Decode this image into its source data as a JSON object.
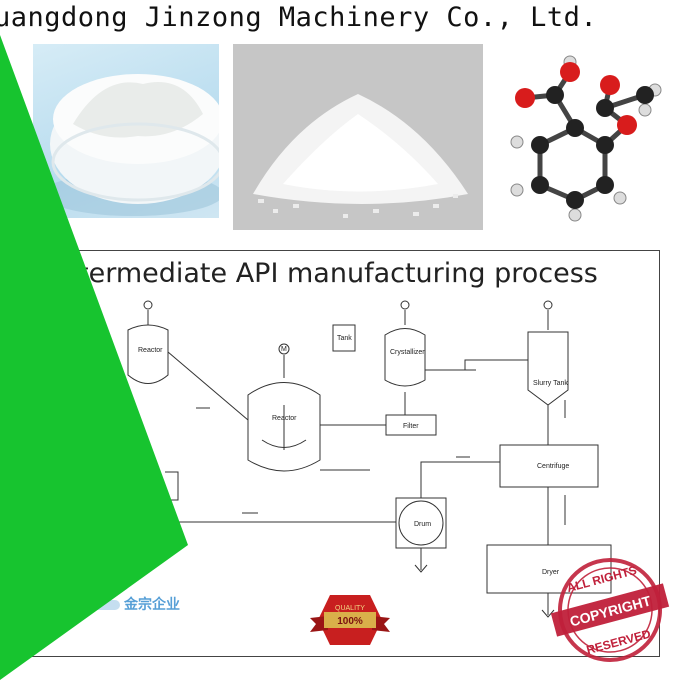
{
  "header": {
    "company": "uangdong Jinzong Machinery Co., Ltd."
  },
  "diagram": {
    "title": "termediate API manufacturing process",
    "labels": {
      "reactor_small": "Reactor",
      "reactor_large": "Reactor",
      "tank": "Tank",
      "crystallizer": "Crystallizer",
      "filter": "Filter",
      "slurry_tank": "Slurry Tank",
      "centrifuge": "Centrifuge",
      "drum": "Drum",
      "dryer": "Dryer",
      "motor": "M"
    }
  },
  "logo": {
    "text": "金宗企业"
  },
  "quality_badge": {
    "line1": "QUALITY",
    "line2": "100%"
  },
  "stamp": {
    "top": "ALL RIGHTS",
    "middle": "COPYRIGHT",
    "bottom": "RESERVED"
  },
  "colors": {
    "green": "#17c42f",
    "stamp_red": "#c0203a",
    "atom_red": "#d81c1c"
  }
}
